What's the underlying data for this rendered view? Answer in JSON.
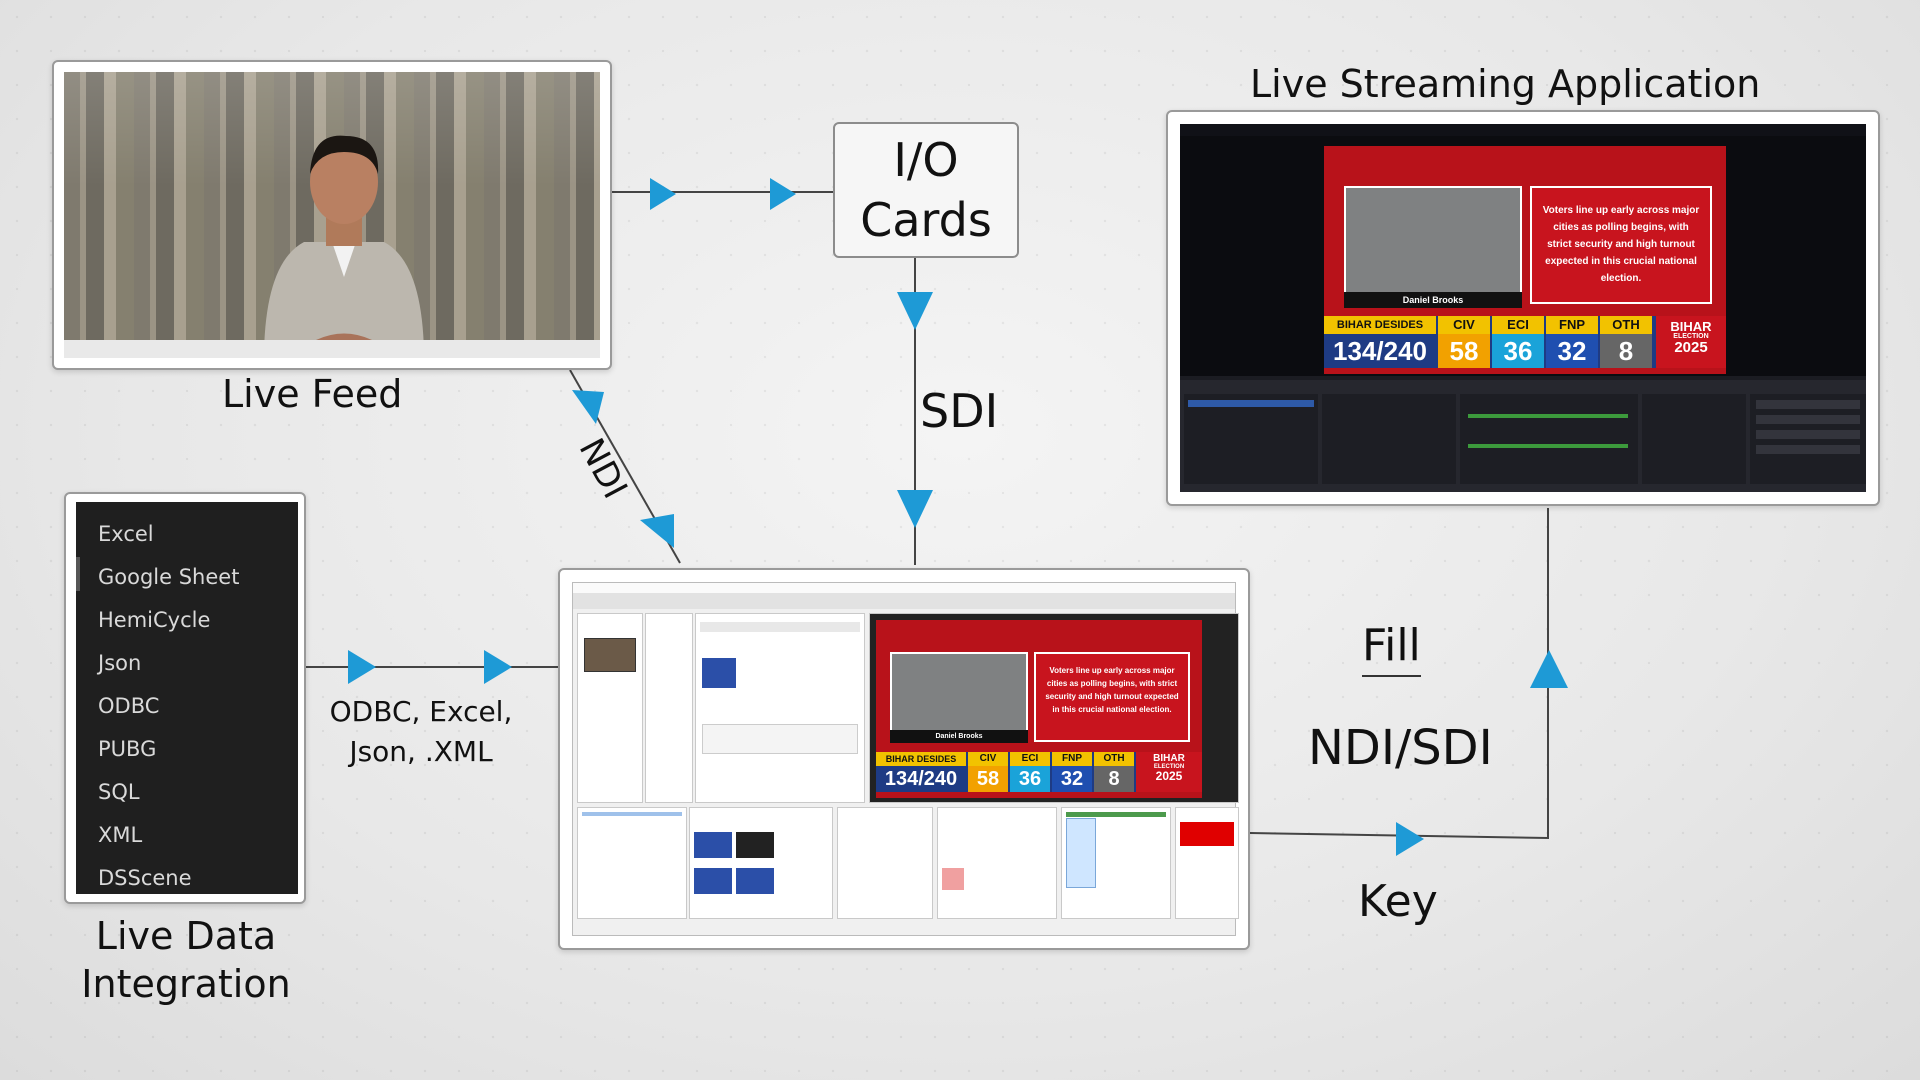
{
  "labels": {
    "live_feed": "Live Feed",
    "io_cards_line1": "I/O",
    "io_cards_line2": "Cards",
    "sdi": "SDI",
    "ndi": "NDI",
    "live_streaming_application": "Live Streaming Application",
    "live_data_integration_line1": "Live Data",
    "live_data_integration_line2": "Integration",
    "formats_line1": "ODBC, Excel,",
    "formats_line2": "Json, .XML",
    "fill": "Fill",
    "ndi_sdi": "NDI/SDI",
    "key": "Key"
  },
  "data_sources": [
    "Excel",
    "Google Sheet",
    "HemiCycle",
    "Json",
    "ODBC",
    "PUBG",
    "SQL",
    "XML",
    "DSScene"
  ],
  "broadcast_graphic": {
    "headline": "Voters line up early across major cities as polling begins, with strict security and high turnout expected in this crucial national election.",
    "anchor_name": "Daniel Brooks",
    "ticker_title": "BIHAR DESIDES",
    "total": "134/240",
    "parties": [
      {
        "name": "CIV",
        "seats": "58",
        "color": "#f2a100"
      },
      {
        "name": "ECI",
        "seats": "36",
        "color": "#1aa3d9"
      },
      {
        "name": "FNP",
        "seats": "32",
        "color": "#1f4fb0"
      },
      {
        "name": "OTH",
        "seats": "8",
        "color": "#666666"
      }
    ],
    "badge_line1": "BIHAR",
    "badge_line2": "ELECTION",
    "badge_line3": "2025"
  },
  "colors": {
    "arrow": "#1e9ad6",
    "line": "#444444",
    "broadcast_red": "#b8121a",
    "ticker_blue": "#1e3b84"
  },
  "icons": {
    "arrow": "triangle-arrow-icon"
  }
}
